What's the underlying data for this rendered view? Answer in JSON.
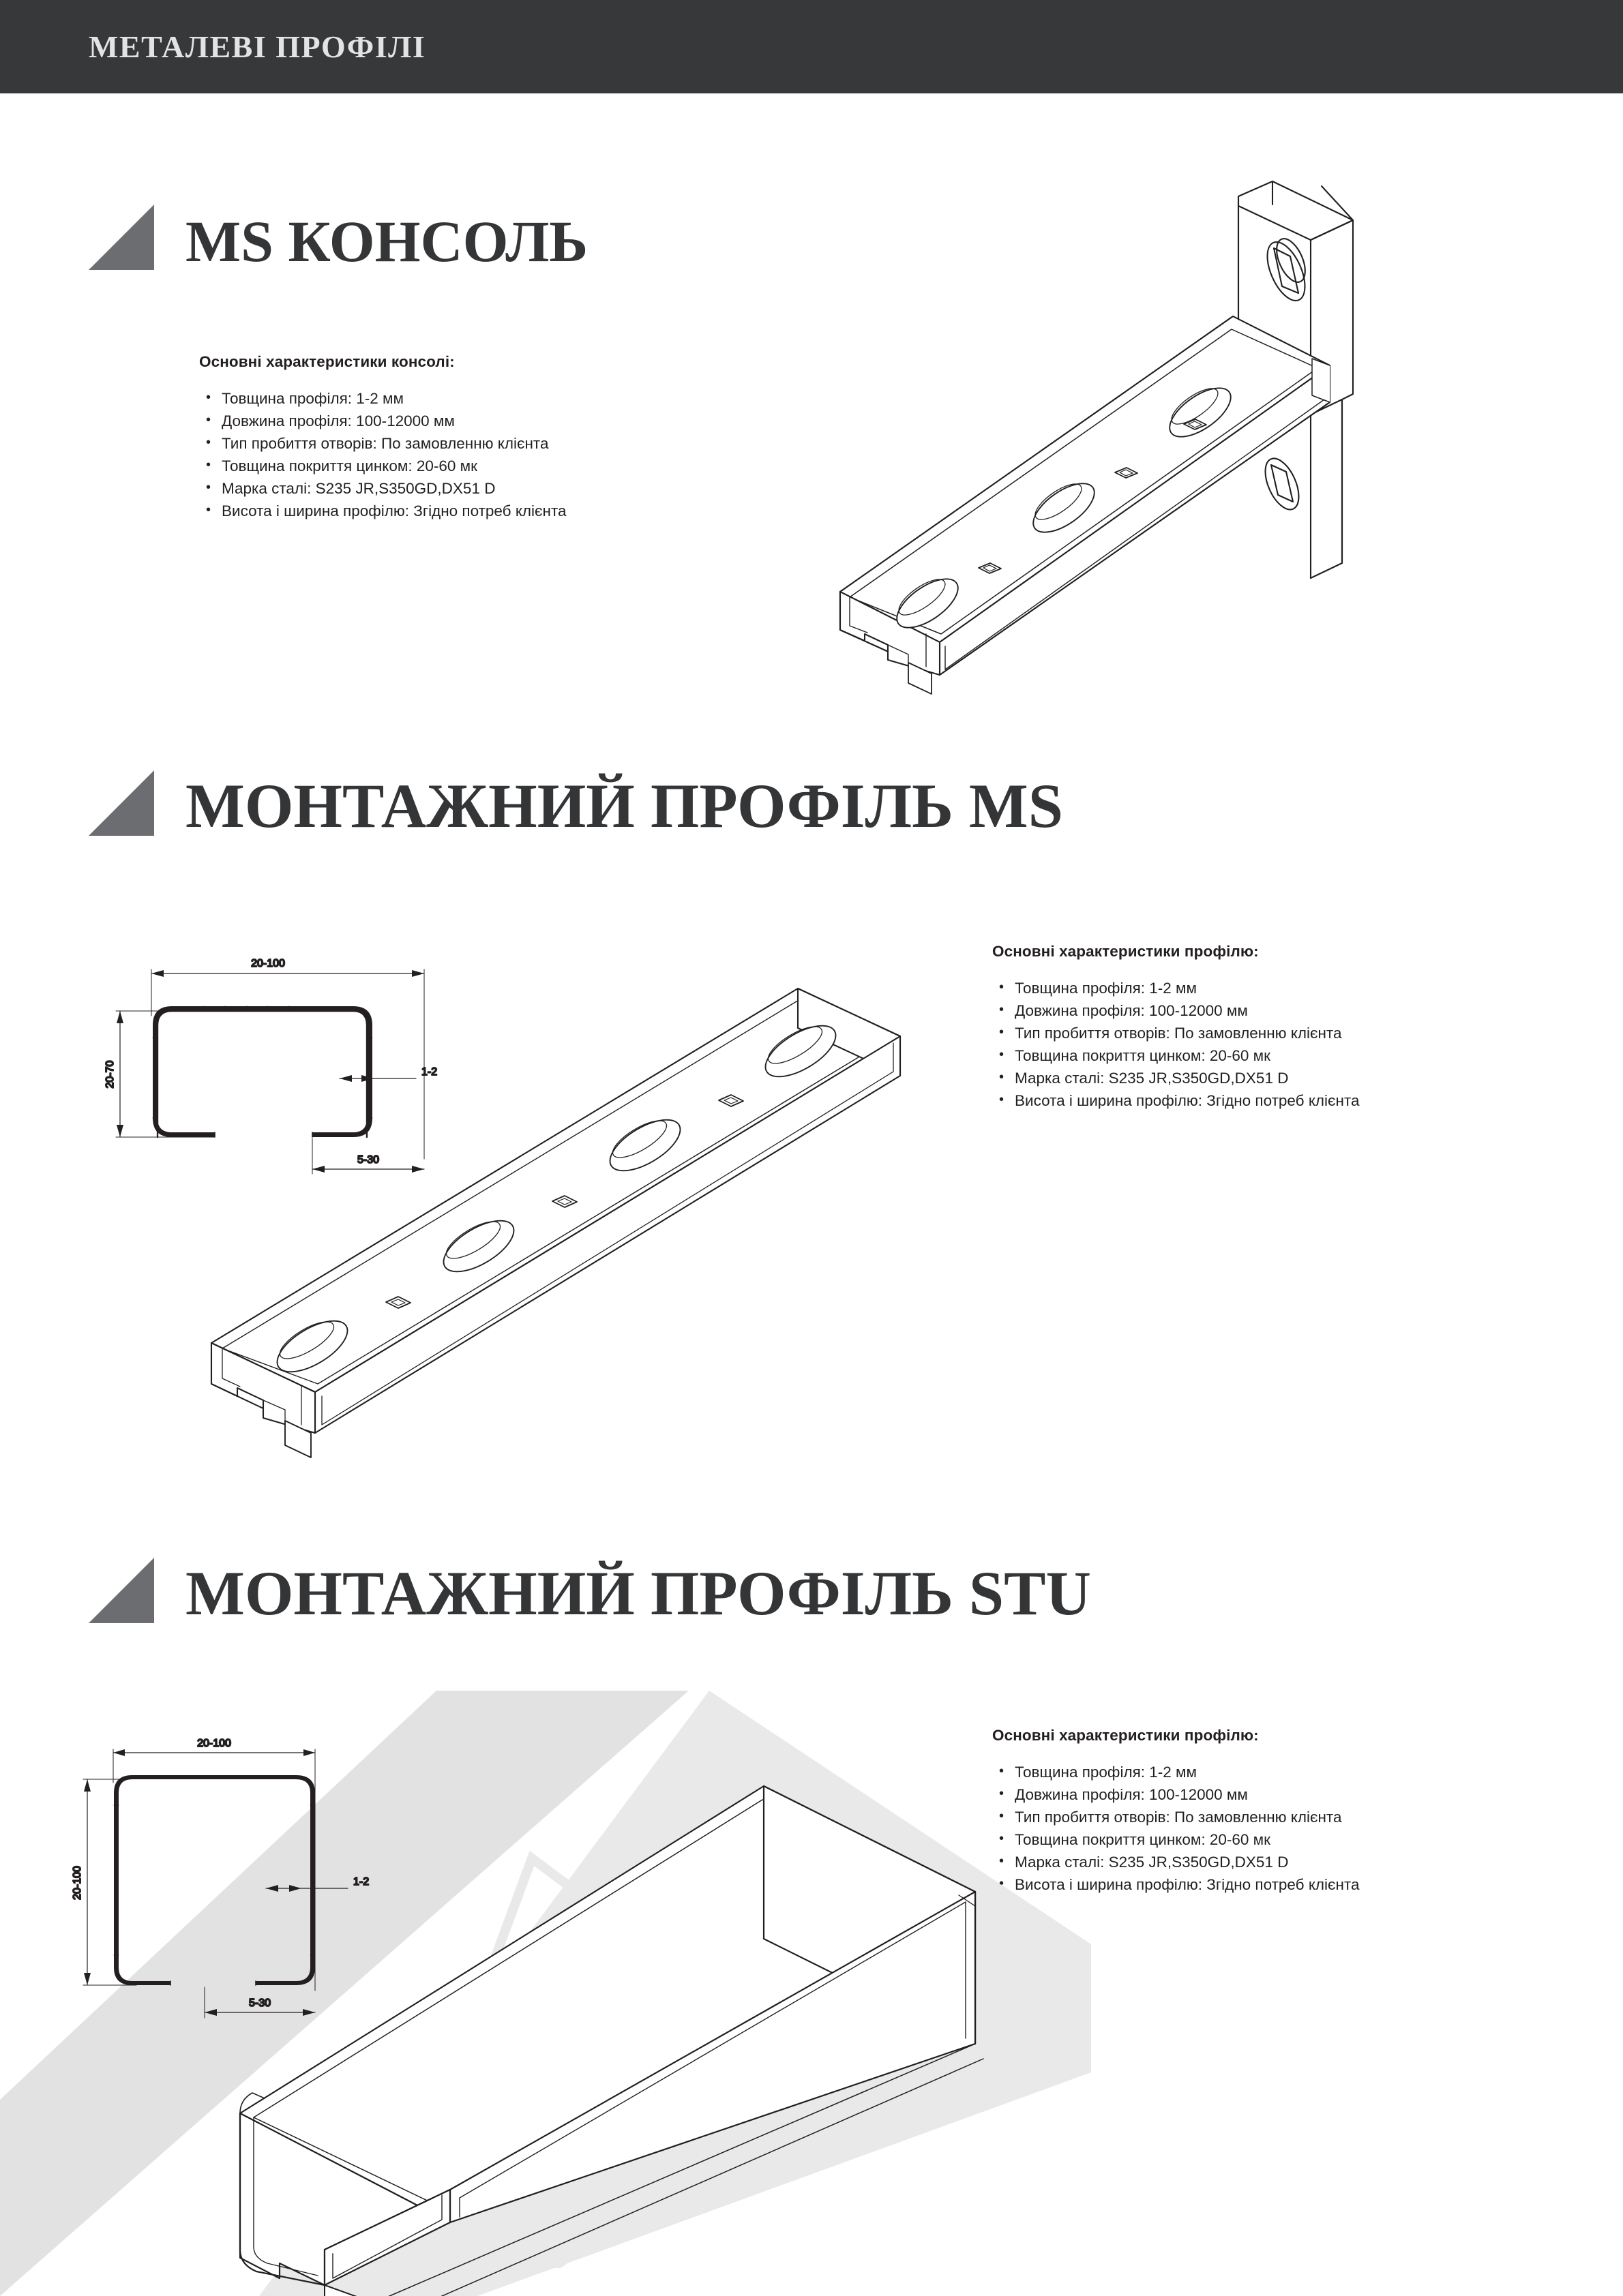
{
  "header": {
    "title": "МЕТАЛЕВІ ПРОФІЛІ",
    "bar_color": "#363839",
    "text_color": "#e3e3e3"
  },
  "marker": {
    "color": "#6b6d70",
    "icon": "triangle-marker-icon"
  },
  "sections": [
    {
      "id": "ms-konsol",
      "title": "MS КОНСОЛЬ",
      "spec_heading": "Основні характеристики консолі:",
      "specs": [
        "Товщина профіля: 1-2 мм",
        "Довжина профіля: 100-12000 мм",
        "Тип пробиття отворів: По замовленню клієнта",
        "Товщина покриття цинком: 20-60 мк",
        "Марка сталі: S235 JR,S350GD,DX51 D",
        "Висота і ширина профілю: Згідно потреб клієнта"
      ],
      "drawing": {
        "name": "ms-bracket-isometric-drawing",
        "description": "Isometric cantilever bracket: slotted C-channel strut with wall mounting plate"
      }
    },
    {
      "id": "montazhnyi-profil-ms",
      "title": "МОНТАЖНИЙ ПРОФІЛЬ MS",
      "spec_heading": "Основні характеристики профілю:",
      "specs": [
        "Товщина профіля: 1-2 мм",
        "Довжина профіля: 100-12000 мм",
        "Тип пробиття отворів: По замовленню клієнта",
        "Товщина покриття цинком: 20-60 мк",
        "Марка сталі: S235 JR,S350GD,DX51 D",
        "Висота і ширина профілю: Згідно потреб клієнта"
      ],
      "cross_section": {
        "name": "ms-cross-section-drawing",
        "width_label": "20-100",
        "height_label": "20-70",
        "thickness_label": "1-2",
        "lip_label": "5-30"
      },
      "drawing": {
        "name": "ms-strut-isometric-drawing",
        "description": "Isometric slotted strut channel with oval slots and square holes"
      }
    },
    {
      "id": "montazhnyi-profil-stu",
      "title": "МОНТАЖНИЙ ПРОФІЛЬ STU",
      "spec_heading": "Основні характеристики профілю:",
      "specs": [
        "Товщина профіля: 1-2 мм",
        "Довжина профіля: 100-12000 мм",
        "Тип пробиття отворів: По замовленню клієнта",
        "Товщина покриття цинком: 20-60 мк",
        "Марка сталі: S235 JR,S350GD,DX51 D",
        "Висота і ширина профілю: Згідно потреб клієнта"
      ],
      "cross_section": {
        "name": "stu-cross-section-drawing",
        "width_label": "20-100",
        "height_label": "20-100",
        "thickness_label": "1-2",
        "lip_label": "5-30"
      },
      "drawing": {
        "name": "stu-tube-isometric-drawing",
        "description": "Isometric plain STU channel tube over light gray diagonal band"
      }
    }
  ]
}
